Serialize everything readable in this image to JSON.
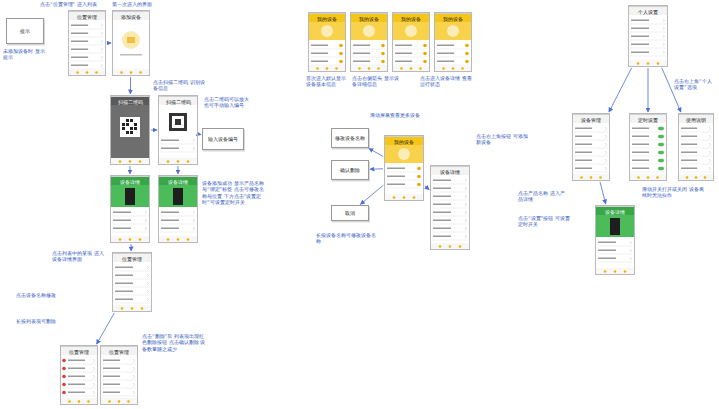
{
  "diagram": {
    "nodes": [
      {
        "text": [
          "提示"
        ]
      },
      {
        "text": [
          "位置管理"
        ]
      },
      {
        "text": [
          "添加设备"
        ]
      },
      {
        "text": [
          "扫描二维码"
        ]
      },
      {
        "text": [
          "扫描二维码"
        ]
      },
      {
        "text": [
          "输入设备编号"
        ]
      },
      {
        "text": [
          "设备详情"
        ]
      },
      {
        "text": [
          "设备详情"
        ]
      },
      {
        "text": [
          "位置管理"
        ]
      },
      {
        "text": [
          "位置管理"
        ]
      },
      {
        "text": [
          "位置管理"
        ]
      },
      {
        "text": [
          "我的设备"
        ]
      },
      {
        "text": [
          "我的设备"
        ]
      },
      {
        "text": [
          "我的设备"
        ]
      },
      {
        "text": [
          "我的设备"
        ]
      },
      {
        "text": [
          "修改设备名称"
        ]
      },
      {
        "text": [
          "确认删除"
        ]
      },
      {
        "text": [
          "我的设备"
        ]
      },
      {
        "text": [
          "取消"
        ]
      },
      {
        "text": [
          "设备详情"
        ]
      },
      {
        "text": [
          "个人设置"
        ]
      },
      {
        "text": [
          "设备管理"
        ]
      },
      {
        "text": [
          "定时设置"
        ]
      },
      {
        "text": [
          "使用说明"
        ]
      },
      {
        "text": [
          "设备详情"
        ]
      }
    ],
    "edges": [
      {
        "from": 1,
        "to": 2,
        "arrow": "to"
      },
      {
        "from": 2,
        "to": 3,
        "arrow": "to"
      },
      {
        "from": 3,
        "to": 4,
        "arrow": "to"
      },
      {
        "from": 4,
        "to": 5,
        "arrow": "to"
      },
      {
        "from": 3,
        "to": 6,
        "arrow": "to"
      },
      {
        "from": 4,
        "to": 7,
        "arrow": "to"
      },
      {
        "from": 6,
        "to": 8,
        "arrow": "to"
      },
      {
        "from": 8,
        "to": 9,
        "arrow": "to"
      },
      {
        "from": 17,
        "to": 15,
        "arrow": "to"
      },
      {
        "from": 17,
        "to": 16,
        "arrow": "to"
      },
      {
        "from": 17,
        "to": 18,
        "arrow": "to"
      },
      {
        "from": 17,
        "to": 19,
        "arrow": "to"
      },
      {
        "from": 20,
        "to": 21,
        "arrow": "to"
      },
      {
        "from": 20,
        "to": 22,
        "arrow": "to"
      },
      {
        "from": 20,
        "to": 23,
        "arrow": "to"
      },
      {
        "from": 21,
        "to": 24,
        "arrow": "to"
      }
    ],
    "labels": [
      "点击“位置管理” 进入列表",
      "第一次进入的界面",
      "未添加设备时 显示提示",
      "点击扫描二维码 识别设备信息",
      "点击二维码可以放大 也可手动输入编号",
      "设备添加成功 显示产品名称与“绑定”标签 点击可修改名称与位置 下方点击“设置定时”可设置定时开关",
      "点击列表中的某项 进入设备详情界面",
      "点击设备名称修改",
      "长按列表项可删除",
      "点击“删除”后 列表项出现红色删除按钮 点击确认删除 设备数量随之减少",
      "首次进入默认显示 设备基本信息",
      "点击右侧箭头 显示设备详细信息",
      "点击进入设备详情 查看运行状态",
      "滑动屏幕查看更多设备",
      "点击右上角按钮 可添加新设备",
      "长按设备名称可修改设备名称",
      "点击右上角“个人设置”选项",
      "点击产品名称 进入产品详情",
      "滑动开关打开或关闭 设备离线时无法操作",
      "点击“设置”按钮 可设置定时开关"
    ]
  }
}
